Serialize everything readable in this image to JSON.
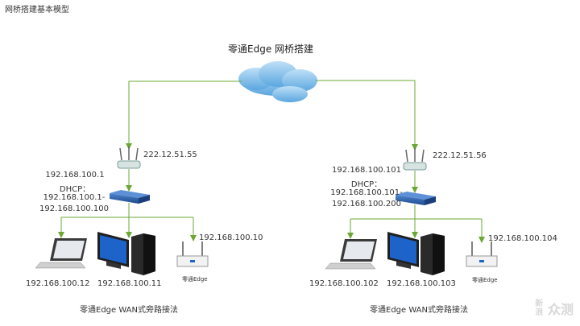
{
  "header": {
    "top_label": "网桥搭建基本模型",
    "title": "零通Edge 网桥搭建"
  },
  "colors": {
    "link": "#6aa832",
    "router": "#2b5ea8",
    "cloud": "#5aa6e0"
  },
  "left": {
    "ap_ip": "222.12.51.55",
    "router_ip": "192.168.100.1",
    "dhcp_label": "DHCP：",
    "dhcp_start": "192.168.100.1-",
    "dhcp_end": "192.168.100.100",
    "laptop_ip": "192.168.100.12",
    "pc_ip": "192.168.100.11",
    "edge_ip": "192.168.100.10",
    "edge_label": "零通Edge",
    "caption": "零通Edge WAN式旁路接法"
  },
  "right": {
    "ap_ip": "222.12.51.56",
    "router_ip": "192.168.100.101",
    "dhcp_label": "DHCP：",
    "dhcp_start": "192.168.100.101-",
    "dhcp_end": "192.168.100.200",
    "laptop_ip": "192.168.100.102",
    "pc_ip": "192.168.100.103",
    "edge_ip": "192.168.100.104",
    "edge_label": "零通Edge",
    "caption": "零通Edge WAN式旁路接法"
  },
  "watermark": {
    "line1": "新",
    "line2": "浪",
    "brand": "众测"
  }
}
